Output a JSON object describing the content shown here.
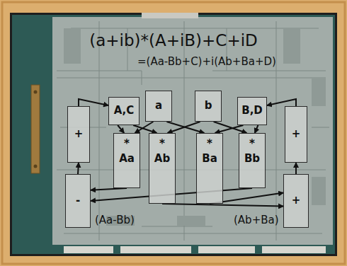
{
  "diagram": {
    "title": "(a+ib)*(A+iB)+C+iD",
    "nodes": [
      {
        "text": [
          "A,C"
        ]
      },
      {
        "text": [
          "a"
        ]
      },
      {
        "text": [
          "b"
        ]
      },
      {
        "text": [
          "B,D"
        ]
      },
      {
        "text": [
          "*",
          "Aa"
        ]
      },
      {
        "text": [
          "*",
          "Ab"
        ]
      },
      {
        "text": [
          "*",
          "Ba"
        ]
      },
      {
        "text": [
          "*",
          "Bb"
        ]
      },
      {
        "text": [
          "+"
        ]
      },
      {
        "text": [
          "-"
        ]
      },
      {
        "text": [
          "+"
        ]
      },
      {
        "text": [
          "+"
        ]
      }
    ],
    "edges": [
      {
        "from": 0,
        "to": 4,
        "arrow": "to"
      },
      {
        "from": 0,
        "to": 5,
        "arrow": "to"
      },
      {
        "from": 1,
        "to": 4,
        "arrow": "to"
      },
      {
        "from": 1,
        "to": 6,
        "arrow": "to"
      },
      {
        "from": 2,
        "to": 5,
        "arrow": "to"
      },
      {
        "from": 2,
        "to": 7,
        "arrow": "to"
      },
      {
        "from": 3,
        "to": 6,
        "arrow": "to"
      },
      {
        "from": 3,
        "to": 7,
        "arrow": "to"
      },
      {
        "from": 4,
        "to": 9,
        "arrow": "to"
      },
      {
        "from": 7,
        "to": 9,
        "arrow": "to"
      },
      {
        "from": 5,
        "to": 11,
        "arrow": "to"
      },
      {
        "from": 6,
        "to": 11,
        "arrow": "to"
      },
      {
        "from": 9,
        "to": 8,
        "arrow": "to"
      },
      {
        "from": 11,
        "to": 10,
        "arrow": "to"
      },
      {
        "from": 8,
        "to": 0,
        "arrow": "to"
      },
      {
        "from": 10,
        "to": 3,
        "arrow": "to"
      }
    ],
    "labels": [
      "=(Aa-Bb+C)+i(Ab+Ba+D)",
      "(Aa-Bb)",
      "(Ab+Ba)"
    ]
  }
}
